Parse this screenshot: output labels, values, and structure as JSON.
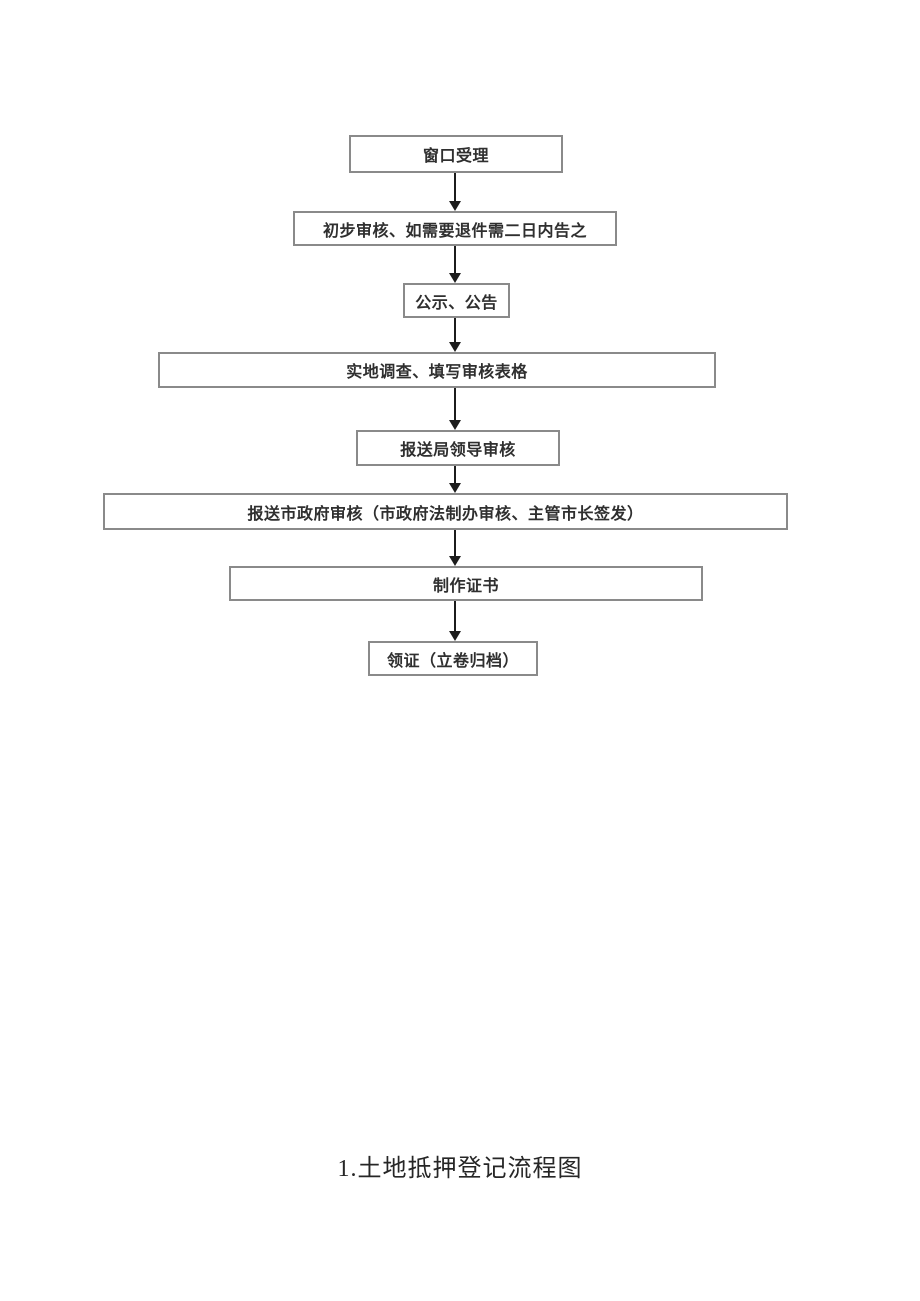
{
  "page": {
    "background_color": "#ffffff",
    "caption": "1.土地抵押登记流程图"
  },
  "flowchart": {
    "type": "vertical-flow",
    "border_color": "#8a8a8a",
    "arrow_color": "#1c1c1c",
    "text_color": "#2f2f2f",
    "nodes": [
      {
        "id": 1,
        "label": "窗口受理"
      },
      {
        "id": 2,
        "label": "初步审核、如需要退件需二日内告之"
      },
      {
        "id": 3,
        "label": "公示、公告"
      },
      {
        "id": 4,
        "label": "实地调查、填写审核表格"
      },
      {
        "id": 5,
        "label": "报送局领导审核"
      },
      {
        "id": 6,
        "label": "报送市政府审核（市政府法制办审核、主管市长签发）"
      },
      {
        "id": 7,
        "label": "制作证书"
      },
      {
        "id": 8,
        "label": "领证（立卷归档）"
      }
    ],
    "edges": [
      {
        "from": 1,
        "to": 2
      },
      {
        "from": 2,
        "to": 3
      },
      {
        "from": 3,
        "to": 4
      },
      {
        "from": 4,
        "to": 5
      },
      {
        "from": 5,
        "to": 6
      },
      {
        "from": 6,
        "to": 7
      },
      {
        "from": 7,
        "to": 8
      }
    ]
  }
}
